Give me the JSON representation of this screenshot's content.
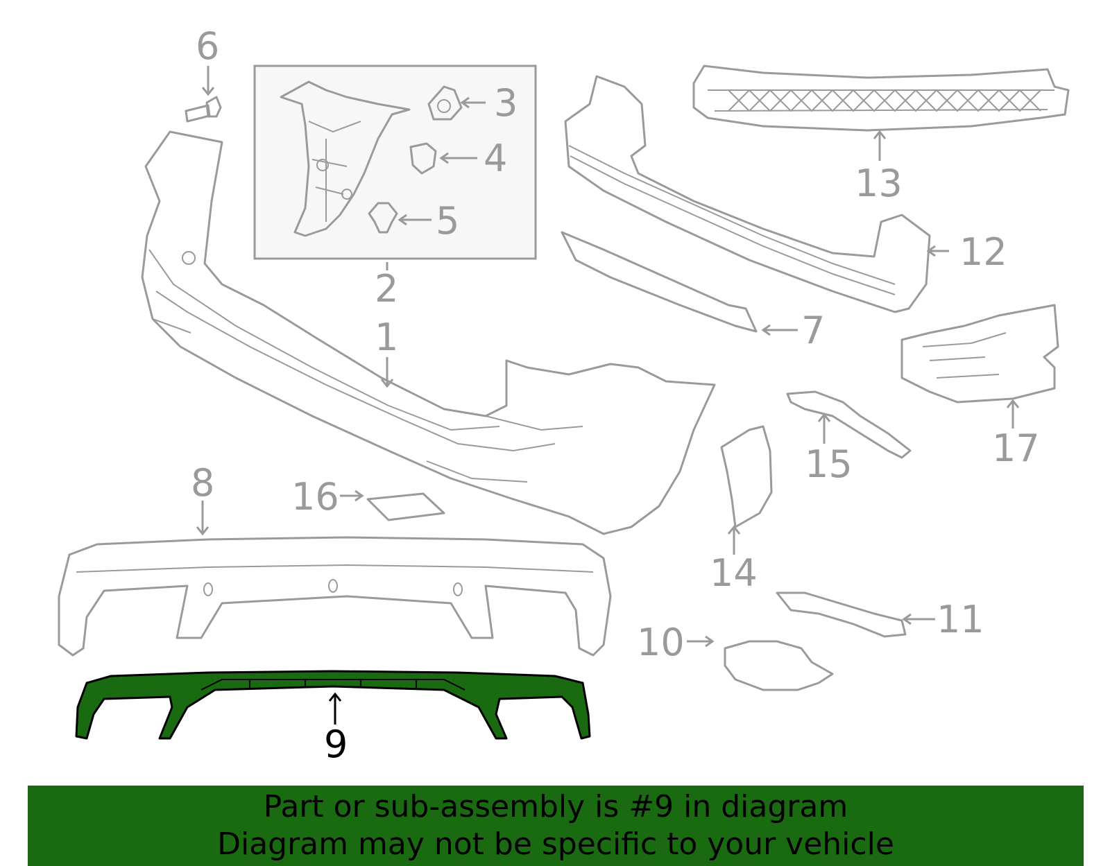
{
  "colors": {
    "outline": "#9a9a9a",
    "highlight_fill": "#1a6a12",
    "banner_bg": "#1a6a12",
    "background": "#ffffff"
  },
  "callouts": {
    "c1": "1",
    "c2": "2",
    "c3": "3",
    "c4": "4",
    "c5": "5",
    "c6": "6",
    "c7": "7",
    "c8": "8",
    "c9": "9",
    "c10": "10",
    "c11": "11",
    "c12": "12",
    "c13": "13",
    "c14": "14",
    "c15": "15",
    "c16": "16",
    "c17": "17"
  },
  "highlighted_part": "9",
  "banner": {
    "line1": "Part or sub-assembly is #9 in diagram",
    "line2": "Diagram may not be specific to your vehicle"
  }
}
